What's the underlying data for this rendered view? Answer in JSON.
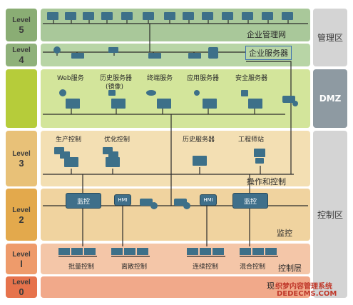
{
  "levels": [
    {
      "word": "Level",
      "num": "5"
    },
    {
      "word": "Level",
      "num": "4"
    },
    {
      "word": "",
      "num": ""
    },
    {
      "word": "Level",
      "num": "3"
    },
    {
      "word": "Level",
      "num": "2"
    },
    {
      "word": "Level",
      "num": "l"
    },
    {
      "word": "Level",
      "num": "0"
    }
  ],
  "zones": {
    "mgmt": "管理区",
    "dmz": "DMZ",
    "control": "控制区"
  },
  "bands": {
    "enterprise_network": "企业管理网",
    "enterprise_server": "企业服务器",
    "ops_control": "操作和控制",
    "monitoring": "监控",
    "control_layer": "控制层",
    "field_partial": "现"
  },
  "dmz_servers": [
    "Web服务",
    "历史服务器",
    "(镜像)",
    "终端服务",
    "应用服务器",
    "安全服务器"
  ],
  "l3_items": [
    "生产控制",
    "优化控制",
    "历史服务器",
    "工程师站"
  ],
  "l2_items": {
    "monitor_a": "监控",
    "hmi_a": "HMI",
    "hmi_b": "HMI",
    "monitor_b": "监控"
  },
  "l1_items": [
    "批量控制",
    "离散控制",
    "连续控制",
    "混合控制"
  ],
  "watermark": {
    "line1": "织梦内容管理系统",
    "line2": "DEDECMS.COM"
  },
  "colors": {
    "l5_band": "#a9c89a",
    "l4_band": "#b8d5a6",
    "dmz_band": "#d3e59b",
    "l3_band": "#f3dfb3",
    "l2_band": "#f0d39f",
    "l1_band": "#f4c6a8",
    "l0_band": "#f1a98a",
    "device": "#3d7089",
    "line": "#2b2b2b"
  }
}
